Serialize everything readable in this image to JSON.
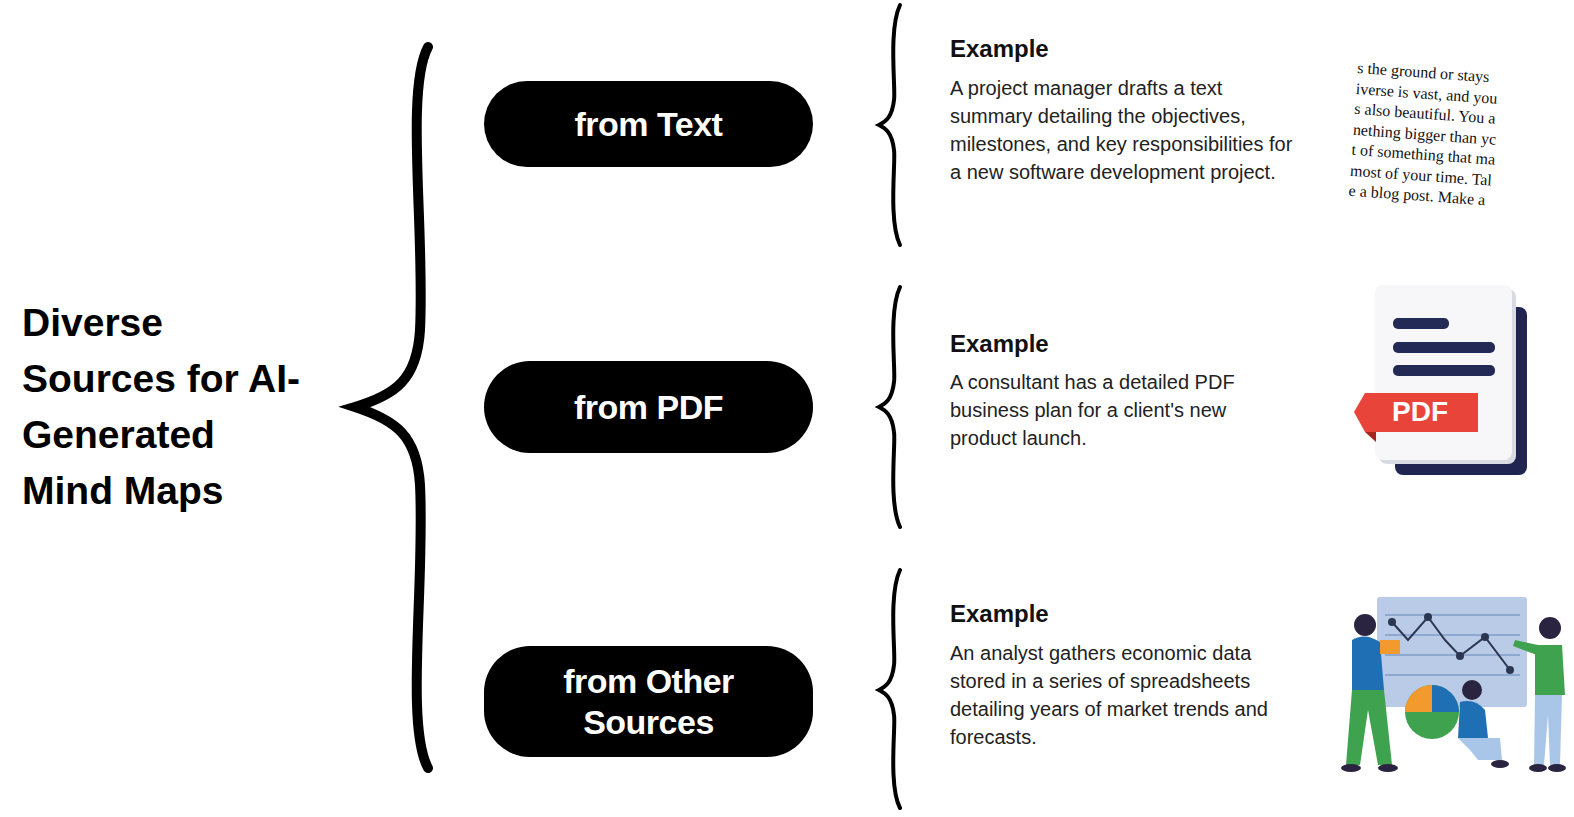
{
  "diagram": {
    "title": "Diverse Sources for AI-Generated Mind Maps",
    "nodes": [
      {
        "text": [
          "from Text"
        ]
      },
      {
        "text": [
          "from PDF"
        ]
      },
      {
        "text": [
          "from Other Sources"
        ]
      }
    ],
    "labels": [
      "Example",
      "A project manager drafts a text summary detailing the objectives, milestones, and key responsibilities for a new software development project.",
      "s the ground or stays",
      "iverse is vast, and you",
      "s also beautiful. You a",
      "nething bigger than yc",
      "t of something that ma",
      "most of your time. Tal",
      "e a blog post. Make a",
      "Example",
      "A consultant has a detailed PDF business plan for a client's new product launch.",
      "PDF",
      "Example",
      "An analyst gathers economic data stored in a series of spreadsheets detailing years of market trends and forecasts."
    ]
  }
}
